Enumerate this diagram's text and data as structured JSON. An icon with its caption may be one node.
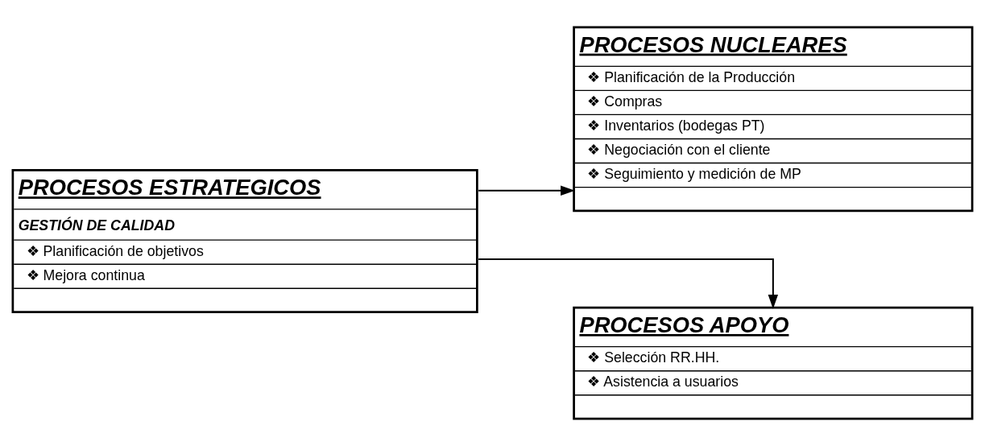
{
  "diagram": {
    "nodes": [
      {
        "text": [
          "PROCESOS ESTRATEGICOS",
          "GESTIÓN DE CALIDAD",
          "❖ Planificación de objetivos",
          "❖ Mejora continua"
        ]
      },
      {
        "text": [
          "PROCESOS NUCLEARES",
          "❖ Planificación de la Producción",
          "❖ Compras",
          "❖ Inventarios (bodegas PT)",
          "❖ Negociación con el cliente",
          "❖ Seguimiento y medición de MP"
        ]
      },
      {
        "text": [
          "PROCESOS APOYO",
          "❖ Selección RR.HH.",
          "❖ Asistencia a usuarios"
        ]
      }
    ],
    "edges": [
      {
        "from": 0,
        "to": 1,
        "arrow": "to"
      },
      {
        "from": 0,
        "to": 2,
        "arrow": "to"
      }
    ]
  }
}
